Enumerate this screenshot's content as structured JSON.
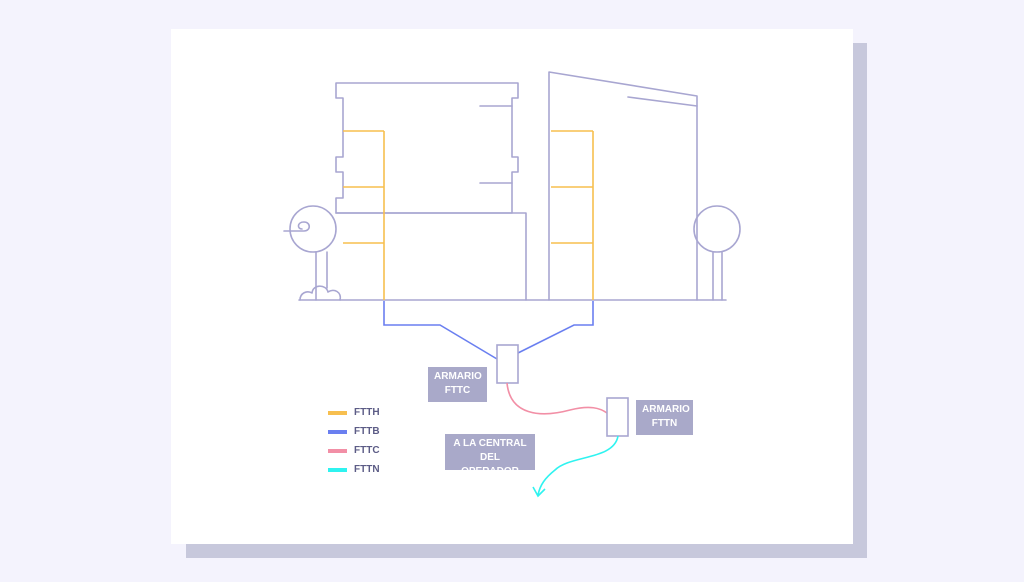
{
  "colors": {
    "background": "#f4f3fd",
    "card": "#ffffff",
    "card_shadow": "#c7c8dc",
    "building_outline": "#a8a6d1",
    "label_box": "#a9a9c9",
    "legend_text": "#5c5c86"
  },
  "labels": {
    "armario_fttc": "ARMARIO\nFTTC",
    "armario_fttn": "ARMARIO\nFTTN",
    "central": "A LA CENTRAL\nDEL OPERADOR"
  },
  "legend": [
    {
      "label": "FTTH",
      "color": "#f7bf4f"
    },
    {
      "label": "FTTB",
      "color": "#6a7ff0"
    },
    {
      "label": "FTTC",
      "color": "#f28fa6"
    },
    {
      "label": "FTTN",
      "color": "#2ff3f0"
    }
  ]
}
